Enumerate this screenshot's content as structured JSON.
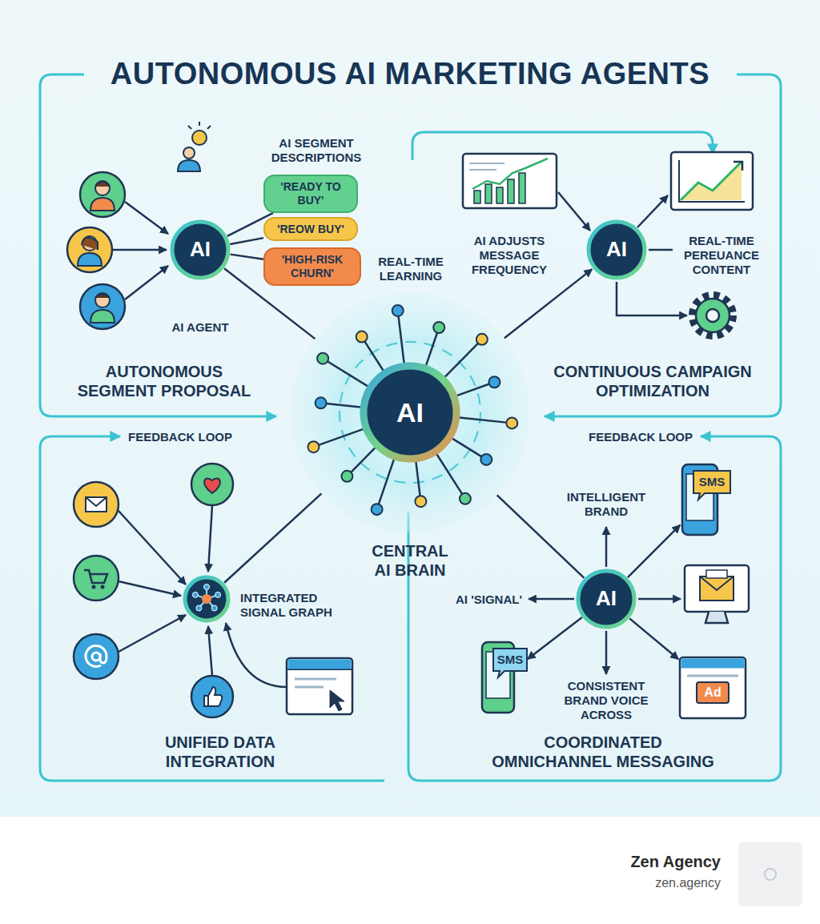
{
  "diagram": {
    "title": "AUTONOMOUS AI MARKETING AGENTS",
    "nodes": [
      {
        "text": [
          "AUTONOMOUS SEGMENT PROPOSAL"
        ]
      },
      {
        "text": [
          "AI",
          "AI AGENT"
        ],
        "in": 0
      },
      {
        "text": [
          "'READY TO BUY'"
        ],
        "in": 0
      },
      {
        "text": [
          "'REOW BUY'"
        ],
        "in": 0
      },
      {
        "text": [
          "'HIGH-RISK CHURN'"
        ],
        "in": 0
      },
      {
        "text": [
          "CONTINUOUS CAMPAIGN OPTIMIZATION"
        ]
      },
      {
        "text": [
          "AI"
        ],
        "in": 5
      },
      {
        "text": [
          "AI",
          "CENTRAL AI BRAIN"
        ]
      },
      {
        "text": [
          "UNIFIED DATA INTEGRATION"
        ]
      },
      {
        "text": [
          "INTEGRATED SIGNAL GRAPH"
        ],
        "in": 8
      },
      {
        "text": [
          "COORDINATED OMNICHANNEL MESSAGING"
        ]
      },
      {
        "text": [
          "AI"
        ],
        "in": 10
      },
      {
        "text": [
          "SMS"
        ],
        "in": 10
      },
      {
        "text": [
          "Ad"
        ],
        "in": 10
      },
      {
        "text": [
          "SMS"
        ],
        "in": 10
      }
    ],
    "edges": [
      {
        "from": 1,
        "to": 2,
        "arrow": "none"
      },
      {
        "from": 1,
        "to": 3,
        "arrow": "none"
      },
      {
        "from": 1,
        "to": 4,
        "arrow": "none"
      },
      {
        "from": 1,
        "to": 7,
        "arrow": "none"
      },
      {
        "from": 7,
        "to": 6,
        "arrow": "to"
      },
      {
        "from": 9,
        "to": 7,
        "arrow": "none"
      },
      {
        "from": 11,
        "to": 7,
        "arrow": "none"
      },
      {
        "from": 11,
        "to": 12,
        "arrow": "to"
      },
      {
        "from": 11,
        "to": 13,
        "arrow": "to"
      },
      {
        "from": 11,
        "to": 14,
        "arrow": "to"
      }
    ],
    "labels": [
      "AI SEGMENT DESCRIPTIONS",
      "REAL-TIME LEARNING",
      "AI ADJUSTS MESSAGE FREQUENCY",
      "REAL-TIME PEREUANCE CONTENT",
      "FEEDBACK LOOP",
      "FEEDBACK LOOP",
      "INTELLIGENT BRAND",
      "AI 'SIGNAL'",
      "CONSISTENT BRAND VOICE ACROSS",
      "Zen Agency",
      "zen.agency"
    ]
  }
}
